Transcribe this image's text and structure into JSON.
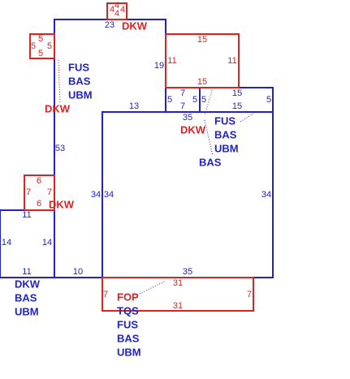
{
  "colors": {
    "blue": "#2222cc",
    "red": "#dd2222",
    "tan": "#c8a070",
    "background": "#ffffff"
  },
  "sketch": {
    "polygons": [
      {
        "name": "main-upper-block",
        "color": "blue"
      },
      {
        "name": "main-lower-block",
        "color": "blue"
      },
      {
        "name": "left-wing",
        "color": "blue"
      },
      {
        "name": "right-small-room",
        "color": "blue"
      },
      {
        "name": "right-narrow-room",
        "color": "blue"
      },
      {
        "name": "top-right-red-room",
        "color": "red"
      },
      {
        "name": "top-small-square",
        "color": "red"
      },
      {
        "name": "left-small-square",
        "color": "red"
      },
      {
        "name": "left-bump",
        "color": "red"
      },
      {
        "name": "front-porch",
        "color": "red"
      }
    ],
    "dimensions": [
      {
        "text": "23",
        "color": "blue"
      },
      {
        "text": "19",
        "color": "blue"
      },
      {
        "text": "13",
        "color": "blue"
      },
      {
        "text": "53",
        "color": "blue"
      },
      {
        "text": "34",
        "color": "blue"
      },
      {
        "text": "34",
        "color": "blue"
      },
      {
        "text": "34",
        "color": "blue"
      },
      {
        "text": "10",
        "color": "blue"
      },
      {
        "text": "35",
        "color": "blue"
      },
      {
        "text": "35",
        "color": "blue"
      },
      {
        "text": "11",
        "color": "blue"
      },
      {
        "text": "14",
        "color": "blue"
      },
      {
        "text": "14",
        "color": "blue"
      },
      {
        "text": "11",
        "color": "blue"
      },
      {
        "text": "5",
        "color": "blue"
      },
      {
        "text": "7",
        "color": "blue"
      },
      {
        "text": "7",
        "color": "blue"
      },
      {
        "text": "5",
        "color": "blue"
      },
      {
        "text": "5",
        "color": "blue"
      },
      {
        "text": "15",
        "color": "blue"
      },
      {
        "text": "15",
        "color": "blue"
      },
      {
        "text": "5",
        "color": "blue"
      },
      {
        "text": "15",
        "color": "red"
      },
      {
        "text": "11",
        "color": "red"
      },
      {
        "text": "11",
        "color": "red"
      },
      {
        "text": "15",
        "color": "red"
      },
      {
        "text": "4",
        "color": "red"
      },
      {
        "text": "4",
        "color": "red"
      },
      {
        "text": "4",
        "color": "red"
      },
      {
        "text": "4",
        "color": "red"
      },
      {
        "text": "5",
        "color": "red"
      },
      {
        "text": "5",
        "color": "red"
      },
      {
        "text": "5",
        "color": "red"
      },
      {
        "text": "5",
        "color": "red"
      },
      {
        "text": "6",
        "color": "red"
      },
      {
        "text": "7",
        "color": "red"
      },
      {
        "text": "7",
        "color": "red"
      },
      {
        "text": "6",
        "color": "red"
      },
      {
        "text": "7",
        "color": "red"
      },
      {
        "text": "31",
        "color": "red"
      },
      {
        "text": "7",
        "color": "red"
      },
      {
        "text": "31",
        "color": "red"
      }
    ],
    "labels": [
      {
        "name": "dkw-top",
        "lines": [
          "DKW"
        ],
        "color": "red"
      },
      {
        "name": "upper-block-codes",
        "lines": [
          "FUS",
          "BAS",
          "UBM"
        ],
        "color": "blue"
      },
      {
        "name": "dkw-upper-left",
        "lines": [
          "DKW"
        ],
        "color": "red"
      },
      {
        "name": "dkw-middle",
        "lines": [
          "DKW"
        ],
        "color": "red"
      },
      {
        "name": "right-room-codes",
        "lines": [
          "FUS",
          "BAS",
          "UBM"
        ],
        "color": "blue"
      },
      {
        "name": "bas-middle",
        "lines": [
          "BAS"
        ],
        "color": "blue"
      },
      {
        "name": "dkw-left-bump",
        "lines": [
          "DKW"
        ],
        "color": "red"
      },
      {
        "name": "left-wing-dkw",
        "lines": [
          "DKW"
        ],
        "color": "blue"
      },
      {
        "name": "left-wing-codes",
        "lines": [
          "BAS",
          "UBM"
        ],
        "color": "blue"
      },
      {
        "name": "porch-codes-red",
        "lines": [
          "FOP"
        ],
        "color": "red"
      },
      {
        "name": "porch-codes",
        "lines": [
          "TQS",
          "FUS",
          "BAS",
          "UBM"
        ],
        "color": "blue"
      }
    ]
  }
}
